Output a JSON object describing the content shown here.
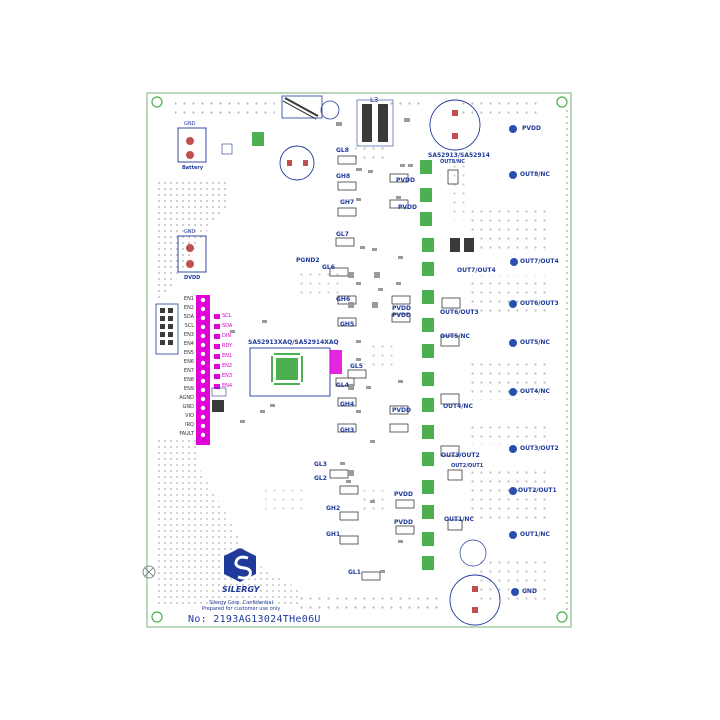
{
  "board": {
    "serial": "No: 2193AG13024THe06U",
    "logo_text": "SILERGY",
    "confidential": [
      "Silergy Corp. Confidential",
      "Prepared for customer use only"
    ],
    "chip": "SA52913XAQ/SA52914XAQ",
    "chip_top": "SA52913/SA52914"
  },
  "labels": {
    "battery": "Battery",
    "dvdd": "DVDD",
    "gnd_left": "GND",
    "gnd_left2": "GND",
    "pvdd_top": "PVDD",
    "gnd_bottom": "GND",
    "pgnd2": "PGND2",
    "l3": "L3",
    "out8nc": "OUT8/NC",
    "out8nc_b": "OUT8/NC",
    "out7out4": "OUT7/OUT4",
    "out7out4_b": "OUT7/OUT4",
    "out6out3": "OUT6/OUT3",
    "out6out3_b": "OUT6/OUT3",
    "out5nc": "OUT5/NC",
    "out5nc_b": "OUT5/NC",
    "out4nc": "OUT4/NC",
    "out4nc_b": "OUT4/NC",
    "out3out2": "OUT3/OUT2",
    "out3out2_b": "OUT3/OUT2",
    "out2out1": "OUT2/OUT1",
    "out2out1_b": "OUT2/OUT1",
    "out1nc": "OUT1/NC",
    "out1nc_b": "OUT1/NC",
    "pvdd": "PVDD",
    "gl8": "GL8",
    "gh8": "GH8",
    "gh7": "GH7",
    "gl7": "GL7",
    "gl6": "GL6",
    "gh6": "GH6",
    "gh5": "GH5",
    "gl5": "GL5",
    "gl4": "GL4",
    "gh4": "GH4",
    "gh3": "GH3",
    "gl3": "GL3",
    "gl2": "GL2",
    "gh2": "GH2",
    "gh1": "GH1",
    "gl1": "GL1"
  },
  "header_pins": [
    "EN1",
    "EN2",
    "SDA",
    "SCL",
    "EN3",
    "EN4",
    "EN5",
    "EN6",
    "EN7",
    "EN8",
    "EN9",
    "AGND",
    "GND",
    "VIO",
    "IRQ",
    "FAULT"
  ],
  "header_right_pins": [
    "SCL",
    "SDA",
    "DIN",
    "RDY",
    "EN1",
    "EN2",
    "EN3",
    "EN4"
  ],
  "colors": {
    "board": "#ffffff",
    "silkscreen": "#1f3a9a",
    "pad": "#9a9a9a",
    "pad_dark": "#3a3a3a",
    "green_pad": "#4caf50",
    "magenta": "#e000d8",
    "outline": "#8fbf8f"
  }
}
